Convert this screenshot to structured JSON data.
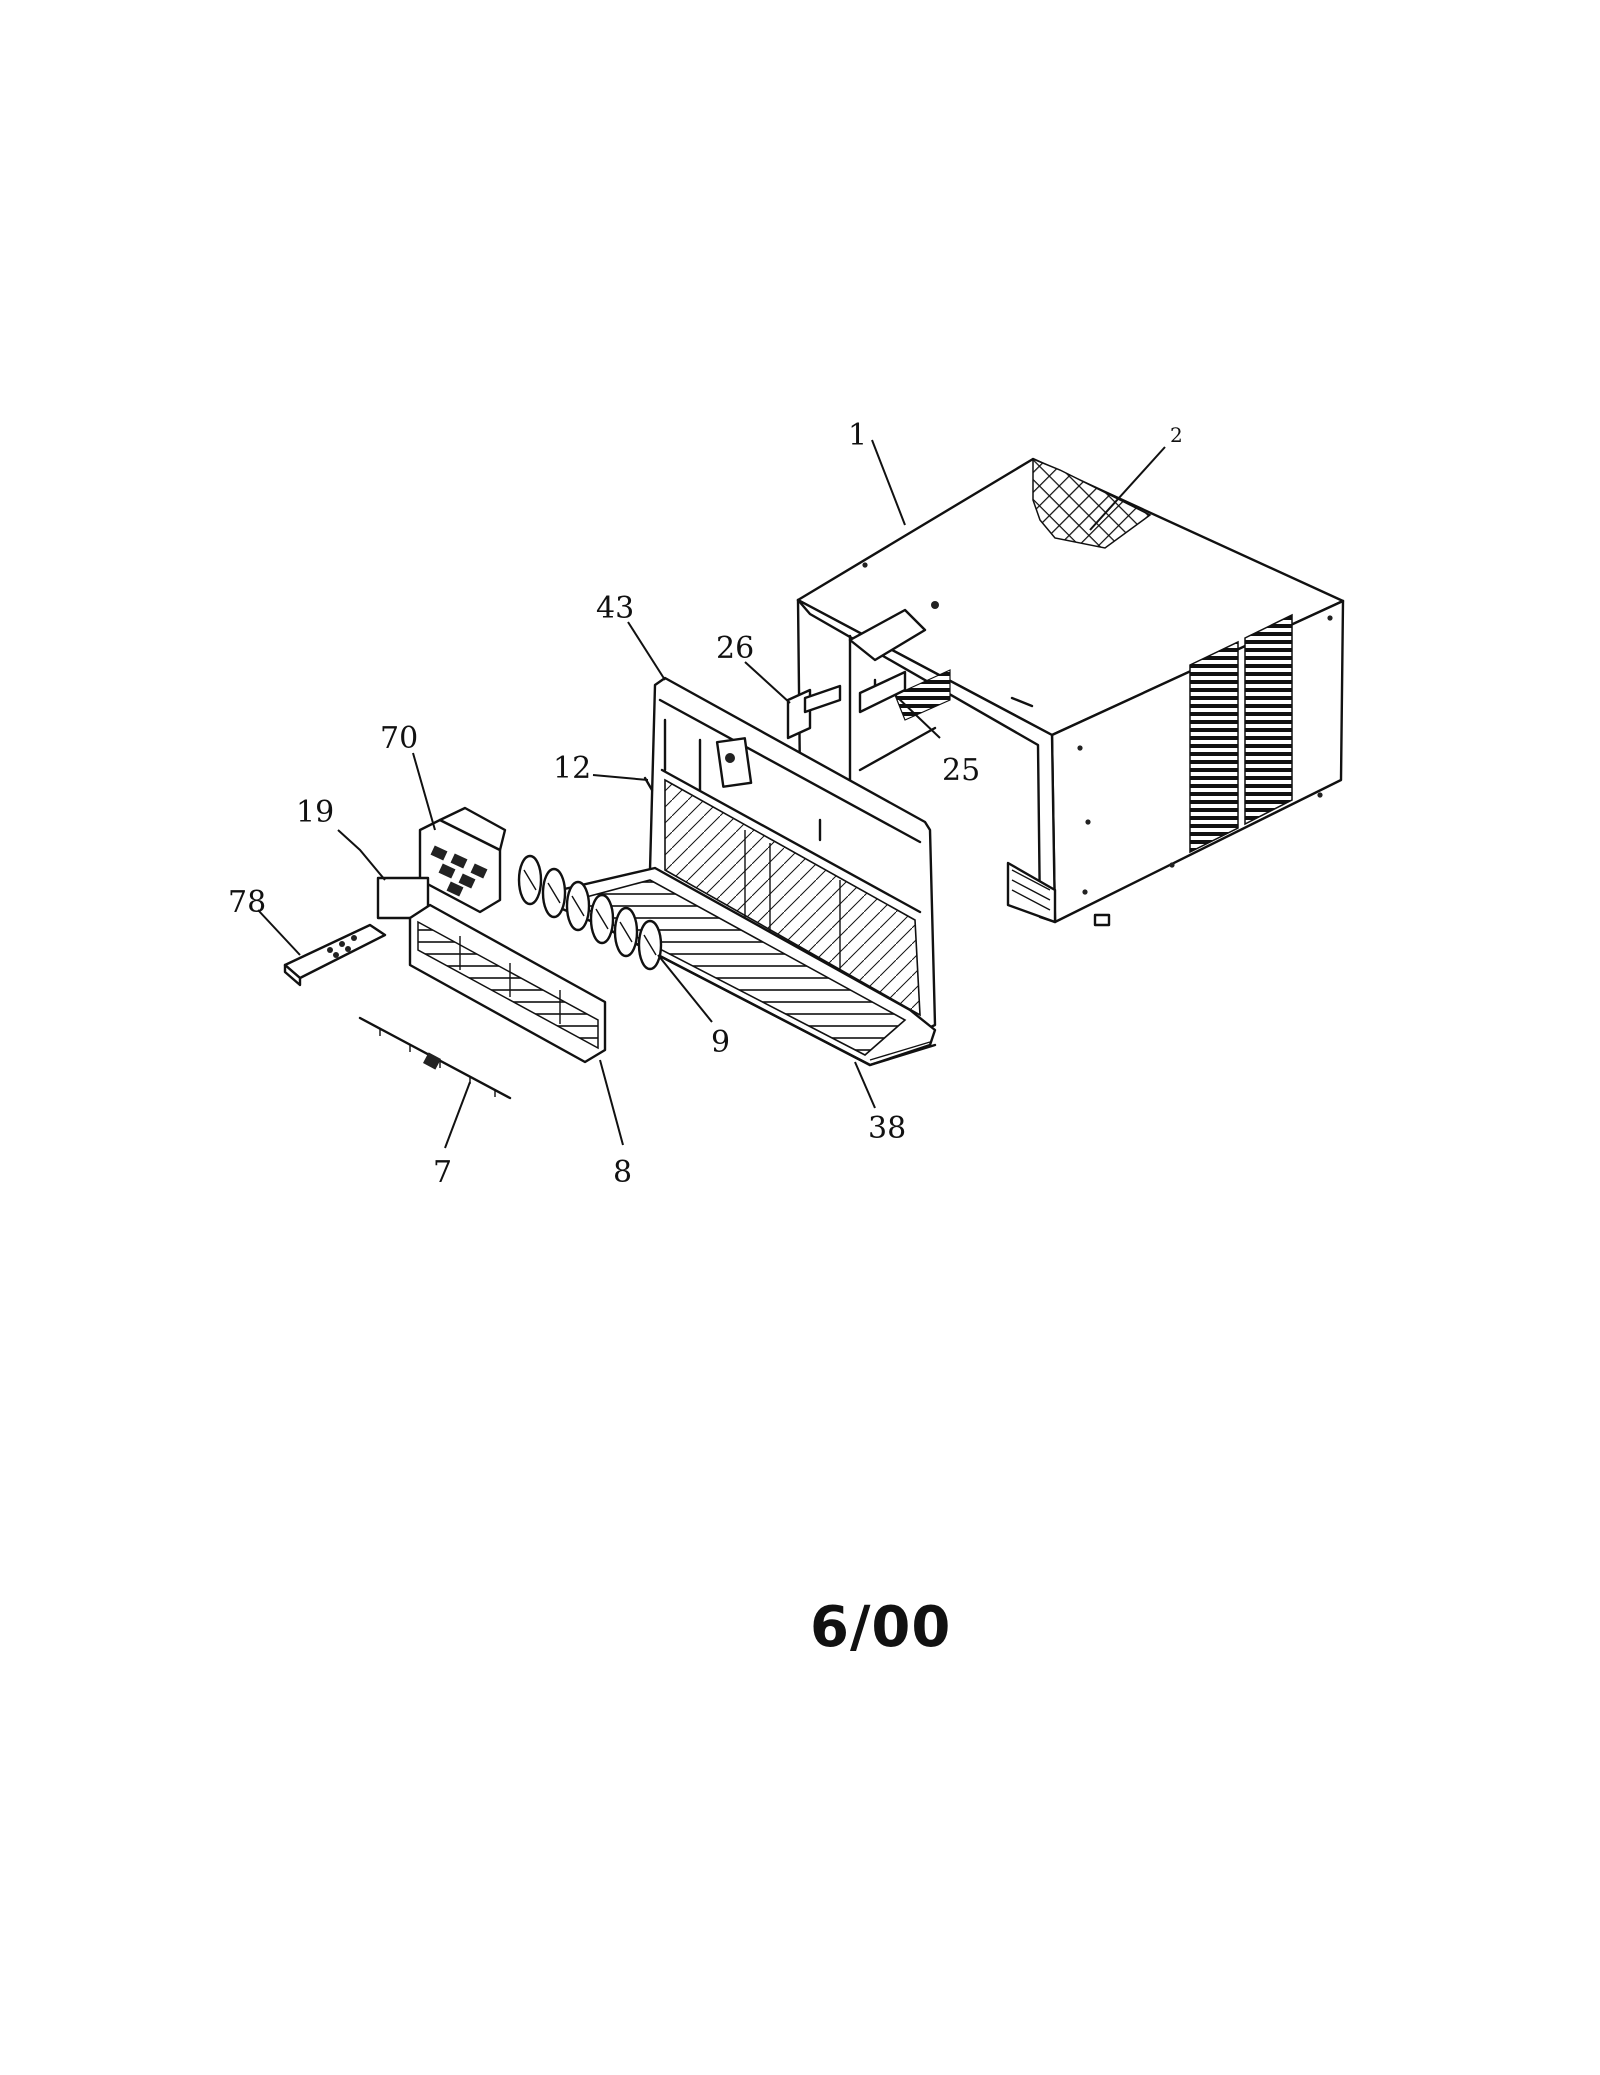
{
  "callouts": {
    "c1": "1",
    "c2": "2",
    "c43": "43",
    "c26": "26",
    "c25": "25",
    "c12": "12",
    "c70": "70",
    "c19": "19",
    "c78": "78",
    "c9": "9",
    "c38": "38",
    "c7": "7",
    "c8": "8"
  },
  "date_code": "6/00"
}
